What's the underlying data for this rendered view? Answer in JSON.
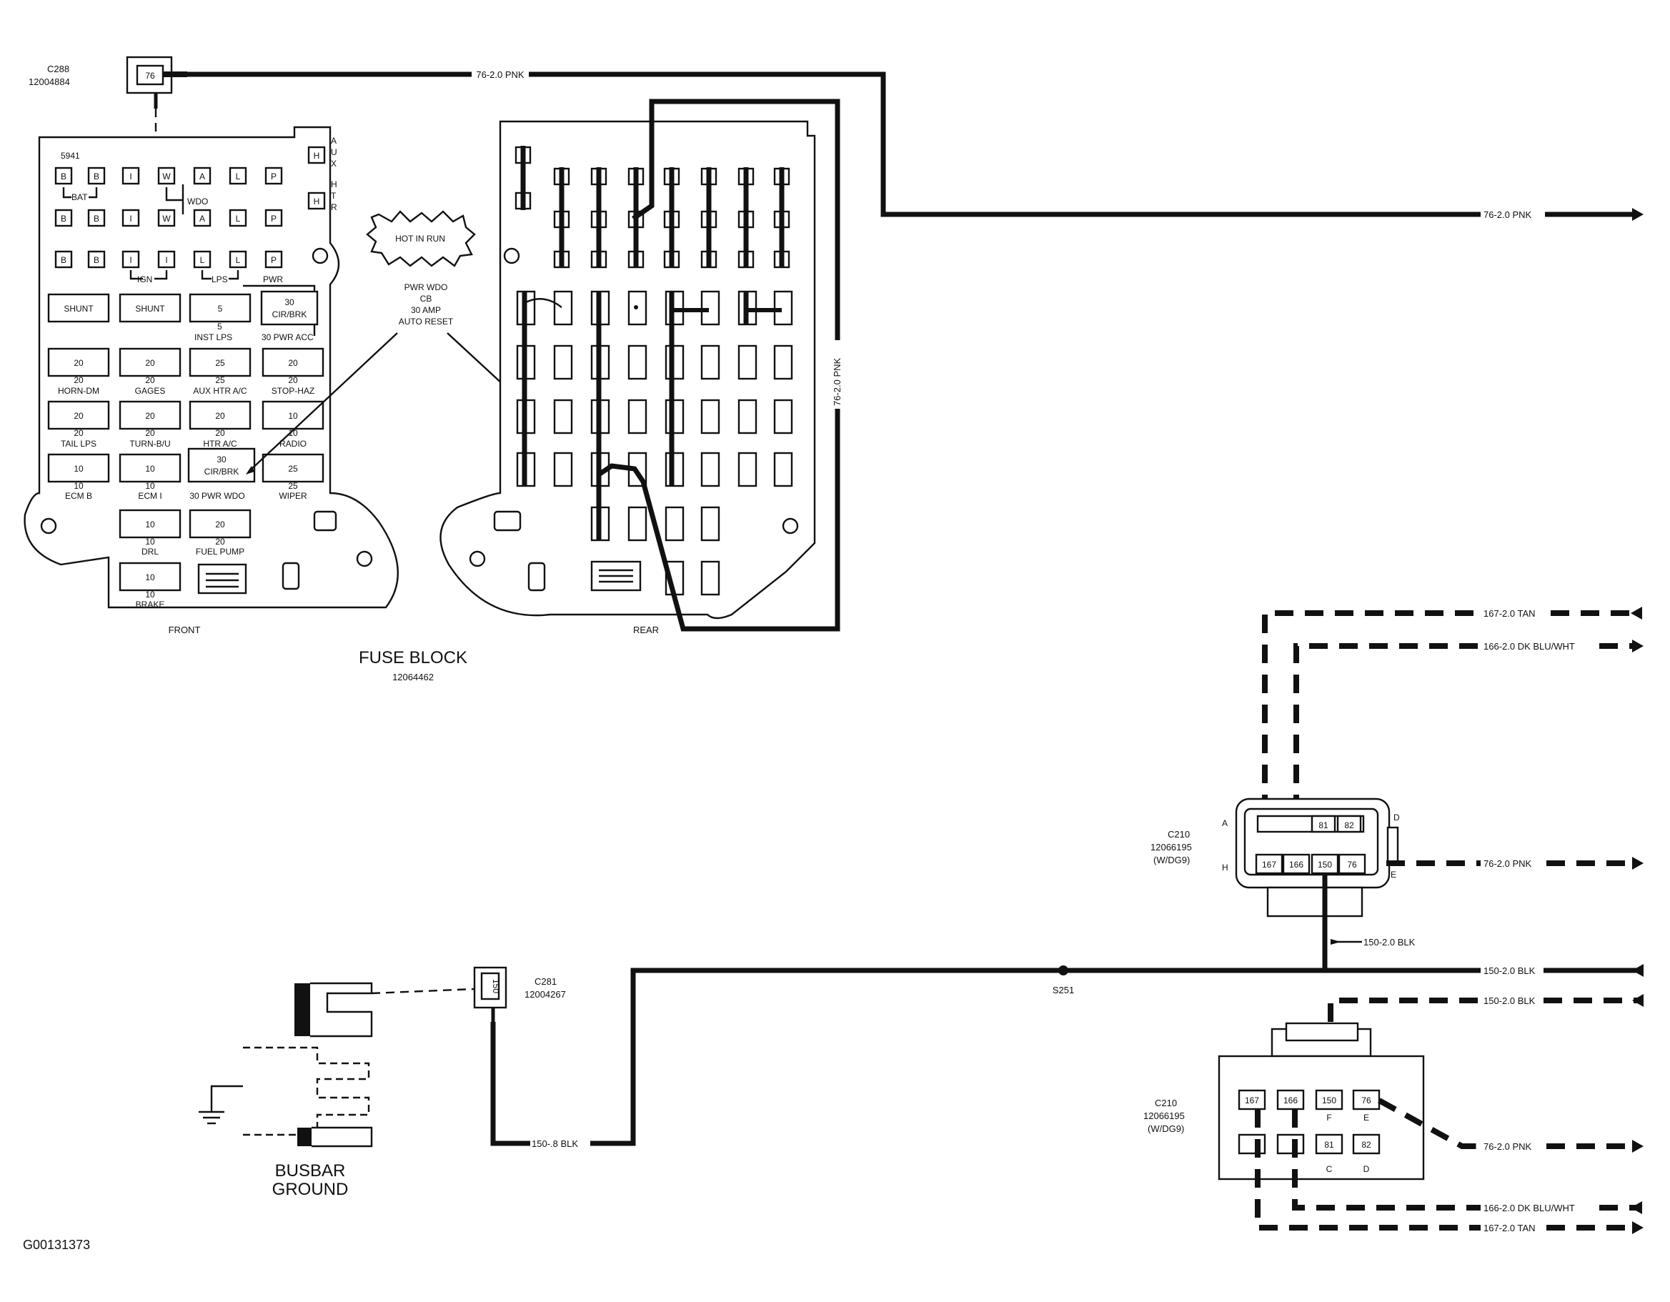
{
  "figure_id": "G00131373",
  "top_connector": {
    "name": "C288",
    "part": "12004884",
    "pin": "76"
  },
  "fuse_block": {
    "title": "FUSE BLOCK",
    "part": "12064462",
    "front_label": "FRONT",
    "rear_label": "REAR",
    "id_label": "5941",
    "side_labels": [
      "A",
      "U",
      "X",
      "H",
      "T",
      "R"
    ],
    "h_labels": [
      "H",
      "H"
    ],
    "hot_label": "HOT IN RUN",
    "terminal_rows": [
      [
        "B",
        "B",
        "I",
        "W",
        "A",
        "L",
        "P"
      ],
      [
        "B",
        "B",
        "I",
        "W",
        "A",
        "L",
        "P"
      ],
      [
        "B",
        "B",
        "I",
        "I",
        "L",
        "L",
        "P"
      ]
    ],
    "group_labels": {
      "bat": "BAT",
      "wdo": "WDO",
      "ign": "IGN",
      "lps": "LPS",
      "pwr": "PWR"
    },
    "fuses": {
      "r1": [
        "SHUNT",
        "SHUNT",
        "5",
        "30"
      ],
      "r1_sub": "CIR/BRK",
      "r1_below": {
        "five": "5",
        "inst": "INST LPS",
        "pwracc": "30 PWR ACC"
      },
      "r2": [
        "20",
        "20",
        "25",
        "20"
      ],
      "r2_below": [
        "20",
        "20",
        "25",
        "20"
      ],
      "r2_names": [
        "HORN-DM",
        "GAGES",
        "AUX HTR A/C",
        "STOP-HAZ"
      ],
      "r3": [
        "20",
        "20",
        "20",
        "10"
      ],
      "r3_below": [
        "20",
        "20",
        "20",
        "10"
      ],
      "r3_names": [
        "TAIL LPS",
        "TURN-B/U",
        "HTR A/C",
        "RADIO"
      ],
      "r4": [
        "10",
        "10",
        "30",
        "25"
      ],
      "r4_sub": "CIR/BRK",
      "r4_below": [
        "10",
        "10",
        "25"
      ],
      "r4_names": [
        "ECM B",
        "ECM I",
        "30 PWR WDO",
        "WIPER"
      ],
      "r5": [
        "10",
        "20"
      ],
      "r5_below": [
        "10",
        "20"
      ],
      "r5_names": [
        "DRL",
        "FUEL PUMP"
      ],
      "r6": "10",
      "r6_below": "10",
      "r6_name": "BRAKE"
    },
    "cb_note": [
      "PWR WDO",
      "CB",
      "30 AMP",
      "AUTO RESET"
    ]
  },
  "wires": {
    "top": "76-2.0 PNK",
    "right_top": "76-2.0 PNK",
    "vertical": "76-2.0 PNK",
    "tan_top": "167-2.0 TAN",
    "dkblu_top": "166-2.0 DK BLU/WHT",
    "pnk_mid": "76-2.0 PNK",
    "blk_drop": "150-2.0 BLK",
    "blk_main": "150-2.0 BLK",
    "blk_lower": "150-2.0 BLK",
    "pnk_lower": "76-2.0 PNK",
    "dkblu_bot": "166-2.0 DK BLU/WHT",
    "tan_bot": "167-2.0 TAN",
    "ground_wire": "150-.8 BLK"
  },
  "splice": "S251",
  "c210_upper": {
    "name": "C210",
    "part": "12066195",
    "variant": "(W/DG9)",
    "pins_top": [
      "81",
      "82"
    ],
    "pins_bottom": [
      "167",
      "166",
      "150",
      "76"
    ],
    "letters": [
      "A",
      "D",
      "H",
      "E"
    ]
  },
  "c210_lower": {
    "name": "C210",
    "part": "12066195",
    "variant": "(W/DG9)",
    "pins_top": [
      "167",
      "166",
      "150",
      "76"
    ],
    "pins_bottom": [
      "81",
      "82"
    ],
    "letters": [
      "F",
      "E",
      "C",
      "D"
    ]
  },
  "c281": {
    "name": "C281",
    "part": "12004267",
    "pin": "150"
  },
  "busbar": {
    "line1": "BUSBAR",
    "line2": "GROUND"
  }
}
